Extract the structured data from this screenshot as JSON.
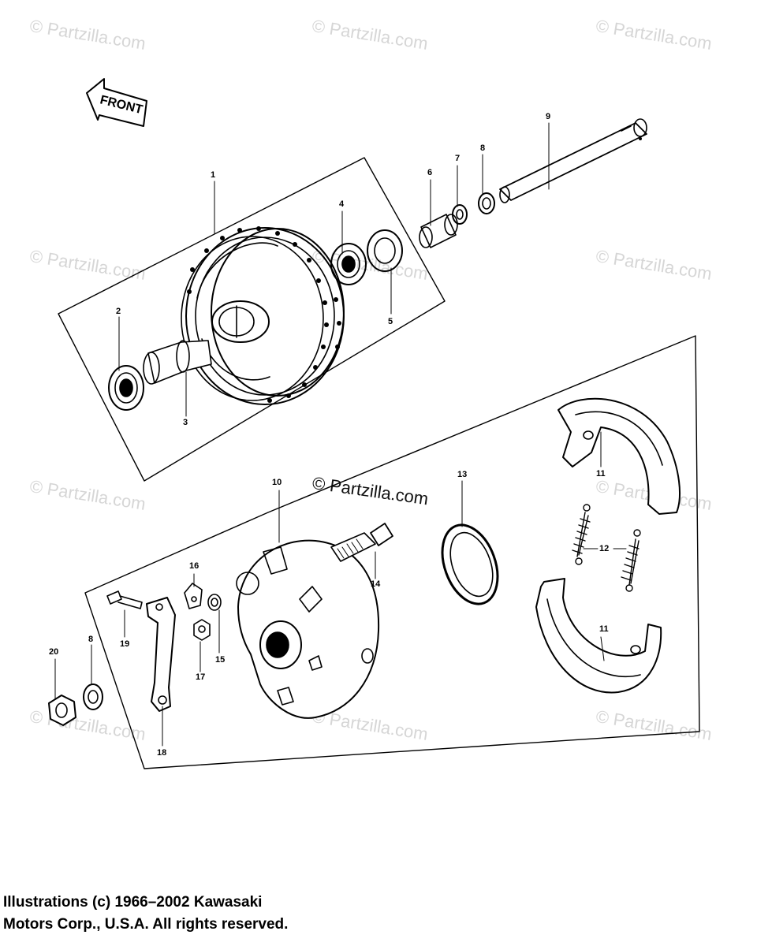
{
  "front_arrow_label": "FRONT",
  "watermark": "© Partzilla.com",
  "watermark_main": "© Partzilla.com",
  "parts": {
    "p1": "1",
    "p2": "2",
    "p3": "3",
    "p4": "4",
    "p5": "5",
    "p6": "6",
    "p7": "7",
    "p8a": "8",
    "p8b": "8",
    "p9": "9",
    "p10": "10",
    "p11a": "11",
    "p11b": "11",
    "p12": "12",
    "p13": "13",
    "p14": "14",
    "p15": "15",
    "p16": "16",
    "p17": "17",
    "p18": "18",
    "p19": "19",
    "p20": "20"
  },
  "copyright": {
    "line1": "Illustrations (c) 1966–2002 Kawasaki",
    "line2": "Motors Corp., U.S.A.  All rights reserved."
  }
}
